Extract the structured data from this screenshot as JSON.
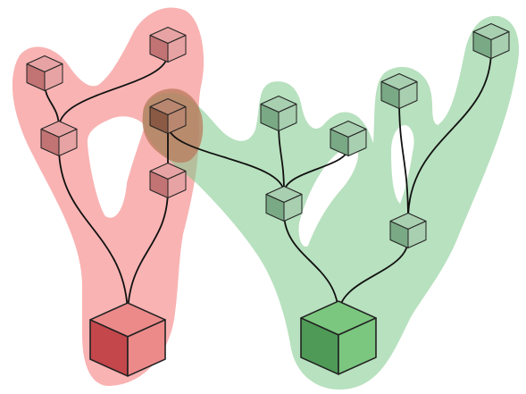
{
  "colors": {
    "background": "#ffffff",
    "red_region": "#f79a9a",
    "green_region": "#7ec98a",
    "overlap_region": "#b97a5c",
    "edge": "#111111",
    "red_node_light": "#e7a3a3",
    "red_node_dark": "#c27373",
    "green_node_light": "#a8cfb0",
    "green_node_dark": "#7aa985",
    "shared_node_light": "#b98770",
    "shared_node_dark": "#8a5a45",
    "red_root_light": "#ec8a8a",
    "red_root_dark": "#c4474b",
    "green_root_light": "#7bc77f",
    "green_root_dark": "#4f9a57"
  },
  "diagram": {
    "type": "two overlapping trees of cubes with a shared node",
    "trees": [
      {
        "name": "red",
        "root": "red-root",
        "nodes": [
          "red-root",
          "red-mid-left",
          "red-mid-right",
          "red-leaf-top-left",
          "red-leaf-top-right",
          "shared"
        ]
      },
      {
        "name": "green",
        "root": "green-root",
        "nodes": [
          "green-root",
          "green-mid-left",
          "green-mid-right",
          "green-leaf-a",
          "green-leaf-b",
          "green-leaf-c",
          "green-leaf-d",
          "shared"
        ]
      }
    ],
    "edges": [
      [
        "red-root",
        "red-mid-left"
      ],
      [
        "red-root",
        "red-mid-right"
      ],
      [
        "red-mid-left",
        "red-leaf-top-left"
      ],
      [
        "red-mid-left",
        "red-leaf-top-right"
      ],
      [
        "red-mid-right",
        "shared"
      ],
      [
        "green-root",
        "green-mid-left"
      ],
      [
        "green-root",
        "green-mid-right"
      ],
      [
        "green-mid-left",
        "shared"
      ],
      [
        "green-mid-left",
        "green-leaf-a"
      ],
      [
        "green-mid-left",
        "green-leaf-b"
      ],
      [
        "green-mid-right",
        "green-leaf-c"
      ],
      [
        "green-mid-right",
        "green-leaf-d"
      ]
    ]
  }
}
